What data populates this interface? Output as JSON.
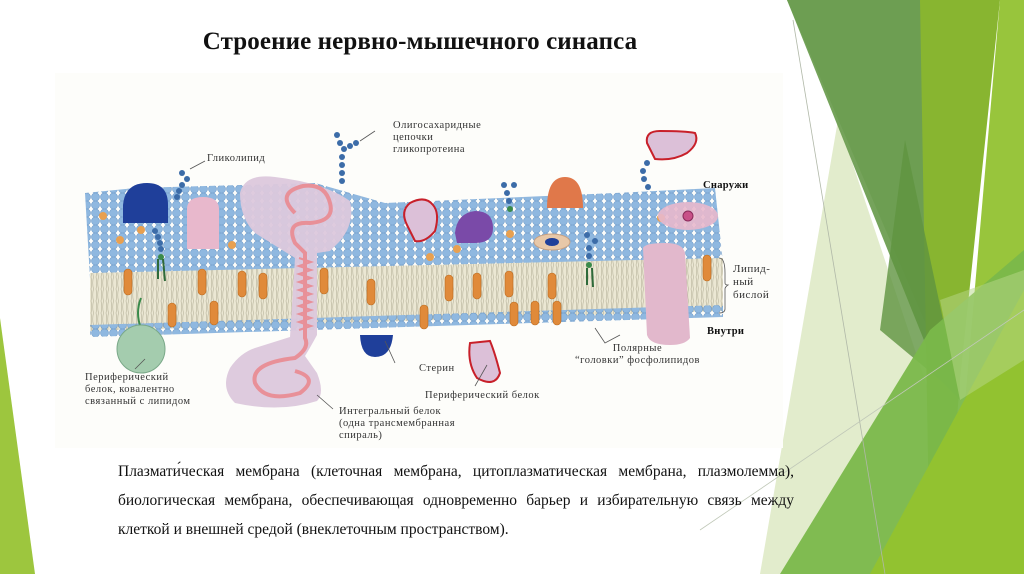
{
  "slide": {
    "title": "Строение нервно-мышечного синапса",
    "description": "Плазмати́ческая мембрана (клеточная мембрана, цитоплазматическая мембрана, плазмолемма), биологическая мембрана, обеспечивающая одновременно барьер и избирательную связь между клеткой и внешней средой (внеклеточным пространством).",
    "theme_colors": {
      "dark_green": "#6a9a4a",
      "mid_green": "#6e9e50",
      "lime": "#8bb832",
      "light_lime": "#9ec93c",
      "pale_green": "#dce8c4",
      "background": "#ffffff"
    }
  },
  "diagram": {
    "labels": {
      "glycolipid": "Гликолипид",
      "oligosaccharide": "Олигосахаридные\nцепочки\nгликопротеина",
      "outside": "Снаружи",
      "lipid_bilayer": "Липид-\nный\nбислой",
      "inside": "Внутри",
      "polar_heads": "Полярные\n“головки” фосфолипидов",
      "sterol": "Стерин",
      "peripheral_protein": "Периферический белок",
      "integral_protein": "Интегральный белок\n(одна трансмембранная\nспираль)",
      "peripheral_covalent": "Периферический\nбелок, ковалентно\nсвязанный с липидом"
    },
    "colors": {
      "phospholipid_head": "#8fb8e0",
      "tail_band": "#e6e2cc",
      "sterol": "#e08a3a",
      "integral_protein": "#e8c0d0",
      "helix": "#e89098",
      "blue_protein": "#1f3f9a",
      "purple_protein": "#7a4aa8",
      "orange_protein": "#e0784a",
      "green_protein": "#9cc8a8",
      "red_edge": "#c8202a",
      "sugar_chain": "#3c6ca8"
    }
  }
}
